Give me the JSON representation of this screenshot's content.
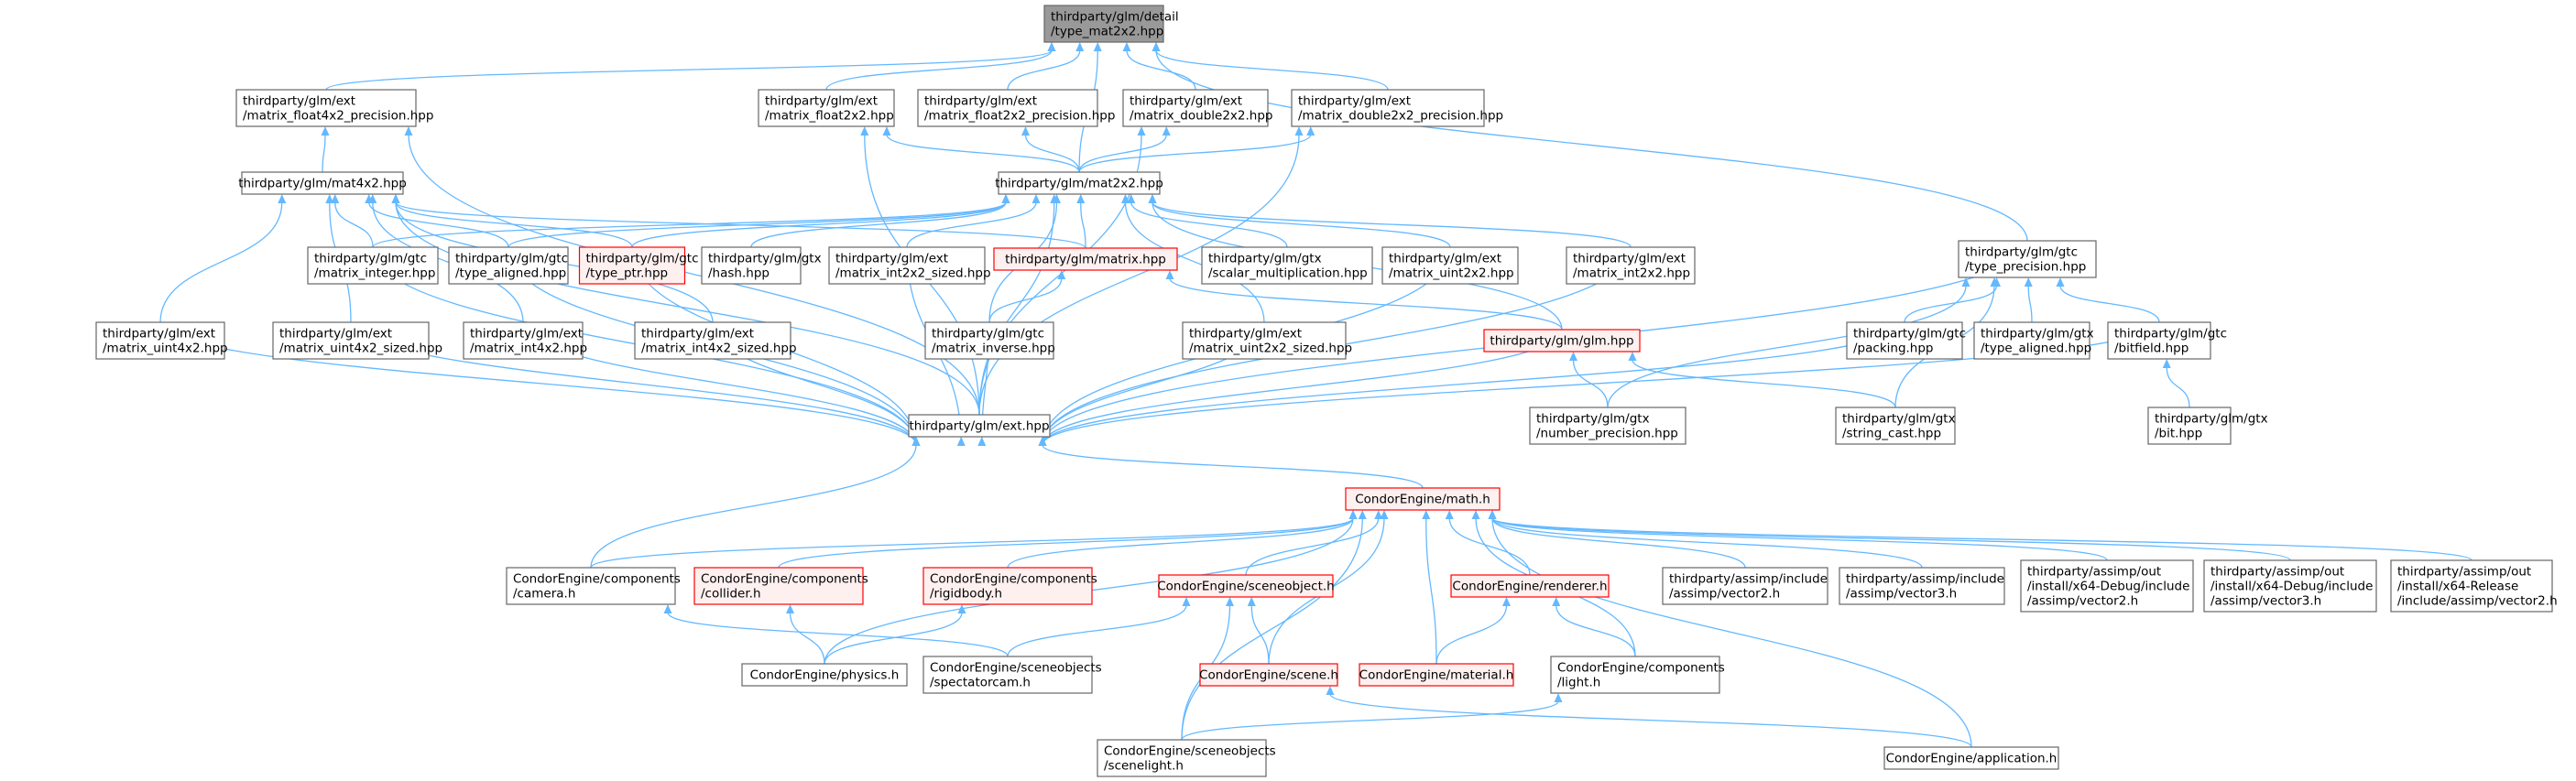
{
  "colors": {
    "edge": "#63B8FF",
    "node_fill": "#FFFFFF",
    "node_border": "#666666",
    "highlight_fill": "#999999",
    "highlight_border": "#666666",
    "incomplete_fill": "#FFF0F0",
    "incomplete_border": "#FF0000",
    "text": "#000000"
  },
  "nodes": [
    {
      "id": "type_mat2x2",
      "lines": [
        "thirdparty/glm/detail",
        "/type_mat2x2.hpp"
      ],
      "style": "highlight"
    },
    {
      "id": "matrix_float4x2_precision",
      "lines": [
        "thirdparty/glm/ext",
        "/matrix_float4x2_precision.hpp"
      ],
      "style": "normal"
    },
    {
      "id": "matrix_float2x2",
      "lines": [
        "thirdparty/glm/ext",
        "/matrix_float2x2.hpp"
      ],
      "style": "normal"
    },
    {
      "id": "matrix_float2x2_precision",
      "lines": [
        "thirdparty/glm/ext",
        "/matrix_float2x2_precision.hpp"
      ],
      "style": "normal"
    },
    {
      "id": "matrix_double2x2",
      "lines": [
        "thirdparty/glm/ext",
        "/matrix_double2x2.hpp"
      ],
      "style": "normal"
    },
    {
      "id": "matrix_double2x2_precision",
      "lines": [
        "thirdparty/glm/ext",
        "/matrix_double2x2_precision.hpp"
      ],
      "style": "normal"
    },
    {
      "id": "mat4x2",
      "lines": [
        "thirdparty/glm/mat4x2.hpp"
      ],
      "style": "normal"
    },
    {
      "id": "mat2x2",
      "lines": [
        "thirdparty/glm/mat2x2.hpp"
      ],
      "style": "normal"
    },
    {
      "id": "gtc_matrix_integer",
      "lines": [
        "thirdparty/glm/gtc",
        "/matrix_integer.hpp"
      ],
      "style": "normal"
    },
    {
      "id": "gtc_type_aligned",
      "lines": [
        "thirdparty/glm/gtc",
        "/type_aligned.hpp"
      ],
      "style": "normal"
    },
    {
      "id": "gtc_type_ptr",
      "lines": [
        "thirdparty/glm/gtc",
        "/type_ptr.hpp"
      ],
      "style": "incomplete"
    },
    {
      "id": "gtx_hash",
      "lines": [
        "thirdparty/glm/gtx",
        "/hash.hpp"
      ],
      "style": "normal"
    },
    {
      "id": "matrix_int2x2_sized",
      "lines": [
        "thirdparty/glm/ext",
        "/matrix_int2x2_sized.hpp"
      ],
      "style": "normal"
    },
    {
      "id": "matrix_hpp",
      "lines": [
        "thirdparty/glm/matrix.hpp"
      ],
      "style": "incomplete"
    },
    {
      "id": "gtx_scalar_multiplication",
      "lines": [
        "thirdparty/glm/gtx",
        "/scalar_multiplication.hpp"
      ],
      "style": "normal"
    },
    {
      "id": "matrix_uint2x2",
      "lines": [
        "thirdparty/glm/ext",
        "/matrix_uint2x2.hpp"
      ],
      "style": "normal"
    },
    {
      "id": "matrix_int2x2",
      "lines": [
        "thirdparty/glm/ext",
        "/matrix_int2x2.hpp"
      ],
      "style": "normal"
    },
    {
      "id": "gtc_type_precision",
      "lines": [
        "thirdparty/glm/gtc",
        "/type_precision.hpp"
      ],
      "style": "normal"
    },
    {
      "id": "matrix_uint4x2",
      "lines": [
        "thirdparty/glm/ext",
        "/matrix_uint4x2.hpp"
      ],
      "style": "normal"
    },
    {
      "id": "matrix_uint4x2_sized",
      "lines": [
        "thirdparty/glm/ext",
        "/matrix_uint4x2_sized.hpp"
      ],
      "style": "normal"
    },
    {
      "id": "matrix_int4x2",
      "lines": [
        "thirdparty/glm/ext",
        "/matrix_int4x2.hpp"
      ],
      "style": "normal"
    },
    {
      "id": "matrix_int4x2_sized",
      "lines": [
        "thirdparty/glm/ext",
        "/matrix_int4x2_sized.hpp"
      ],
      "style": "normal"
    },
    {
      "id": "gtc_matrix_inverse",
      "lines": [
        "thirdparty/glm/gtc",
        "/matrix_inverse.hpp"
      ],
      "style": "normal"
    },
    {
      "id": "matrix_uint2x2_sized",
      "lines": [
        "thirdparty/glm/ext",
        "/matrix_uint2x2_sized.hpp"
      ],
      "style": "normal"
    },
    {
      "id": "glm_hpp",
      "lines": [
        "thirdparty/glm/glm.hpp"
      ],
      "style": "incomplete"
    },
    {
      "id": "gtc_packing",
      "lines": [
        "thirdparty/glm/gtc",
        "/packing.hpp"
      ],
      "style": "normal"
    },
    {
      "id": "gtx_type_aligned",
      "lines": [
        "thirdparty/glm/gtx",
        "/type_aligned.hpp"
      ],
      "style": "normal"
    },
    {
      "id": "gtc_bitfield",
      "lines": [
        "thirdparty/glm/gtc",
        "/bitfield.hpp"
      ],
      "style": "normal"
    },
    {
      "id": "ext_hpp",
      "lines": [
        "thirdparty/glm/ext.hpp"
      ],
      "style": "normal"
    },
    {
      "id": "gtx_number_precision",
      "lines": [
        "thirdparty/glm/gtx",
        "/number_precision.hpp"
      ],
      "style": "normal"
    },
    {
      "id": "gtx_string_cast",
      "lines": [
        "thirdparty/glm/gtx",
        "/string_cast.hpp"
      ],
      "style": "normal"
    },
    {
      "id": "gtx_bit",
      "lines": [
        "thirdparty/glm/gtx",
        "/bit.hpp"
      ],
      "style": "normal"
    },
    {
      "id": "math_h",
      "lines": [
        "CondorEngine/math.h"
      ],
      "style": "incomplete"
    },
    {
      "id": "components_camera",
      "lines": [
        "CondorEngine/components",
        "/camera.h"
      ],
      "style": "normal"
    },
    {
      "id": "components_collider",
      "lines": [
        "CondorEngine/components",
        "/collider.h"
      ],
      "style": "incomplete"
    },
    {
      "id": "components_rigidbody",
      "lines": [
        "CondorEngine/components",
        "/rigidbody.h"
      ],
      "style": "incomplete"
    },
    {
      "id": "sceneobject_h",
      "lines": [
        "CondorEngine/sceneobject.h"
      ],
      "style": "incomplete"
    },
    {
      "id": "renderer_h",
      "lines": [
        "CondorEngine/renderer.h"
      ],
      "style": "incomplete"
    },
    {
      "id": "assimp_include_vector2",
      "lines": [
        "thirdparty/assimp/include",
        "/assimp/vector2.h"
      ],
      "style": "normal"
    },
    {
      "id": "assimp_include_vector3",
      "lines": [
        "thirdparty/assimp/include",
        "/assimp/vector3.h"
      ],
      "style": "normal"
    },
    {
      "id": "assimp_debug_vector2",
      "lines": [
        "thirdparty/assimp/out",
        "/install/x64-Debug/include",
        "/assimp/vector2.h"
      ],
      "style": "normal"
    },
    {
      "id": "assimp_debug_vector3",
      "lines": [
        "thirdparty/assimp/out",
        "/install/x64-Debug/include",
        "/assimp/vector3.h"
      ],
      "style": "normal"
    },
    {
      "id": "assimp_release_vector2",
      "lines": [
        "thirdparty/assimp/out",
        "/install/x64-Release",
        "/include/assimp/vector2.h"
      ],
      "style": "normal"
    },
    {
      "id": "physics_h",
      "lines": [
        "CondorEngine/physics.h"
      ],
      "style": "normal"
    },
    {
      "id": "spectatorcam_h",
      "lines": [
        "CondorEngine/sceneobjects",
        "/spectatorcam.h"
      ],
      "style": "normal"
    },
    {
      "id": "scene_h",
      "lines": [
        "CondorEngine/scene.h"
      ],
      "style": "incomplete"
    },
    {
      "id": "material_h",
      "lines": [
        "CondorEngine/material.h"
      ],
      "style": "incomplete"
    },
    {
      "id": "components_light",
      "lines": [
        "CondorEngine/components",
        "/light.h"
      ],
      "style": "normal"
    },
    {
      "id": "scenelight_h",
      "lines": [
        "CondorEngine/sceneobjects",
        "/scenelight.h"
      ],
      "style": "normal"
    },
    {
      "id": "application_h",
      "lines": [
        "CondorEngine/application.h"
      ],
      "style": "normal"
    }
  ],
  "edges": [
    [
      "matrix_float4x2_precision",
      "type_mat2x2"
    ],
    [
      "matrix_float2x2",
      "type_mat2x2"
    ],
    [
      "matrix_float2x2_precision",
      "type_mat2x2"
    ],
    [
      "matrix_double2x2",
      "type_mat2x2"
    ],
    [
      "matrix_double2x2_precision",
      "type_mat2x2"
    ],
    [
      "mat2x2",
      "type_mat2x2"
    ],
    [
      "gtc_type_precision",
      "type_mat2x2"
    ],
    [
      "mat4x2",
      "matrix_float4x2_precision"
    ],
    [
      "ext_hpp",
      "matrix_float4x2_precision"
    ],
    [
      "mat2x2",
      "matrix_float2x2"
    ],
    [
      "ext_hpp",
      "matrix_float2x2"
    ],
    [
      "mat2x2",
      "matrix_float2x2_precision"
    ],
    [
      "mat2x2",
      "matrix_double2x2"
    ],
    [
      "ext_hpp",
      "matrix_double2x2"
    ],
    [
      "mat2x2",
      "matrix_double2x2_precision"
    ],
    [
      "ext_hpp",
      "matrix_double2x2_precision"
    ],
    [
      "gtc_matrix_integer",
      "mat4x2"
    ],
    [
      "gtc_type_aligned",
      "mat4x2"
    ],
    [
      "gtc_type_ptr",
      "mat4x2"
    ],
    [
      "matrix_hpp",
      "mat4x2"
    ],
    [
      "matrix_uint4x2",
      "mat4x2"
    ],
    [
      "matrix_uint4x2_sized",
      "mat4x2"
    ],
    [
      "matrix_int4x2",
      "mat4x2"
    ],
    [
      "matrix_int4x2_sized",
      "mat4x2"
    ],
    [
      "ext_hpp",
      "mat4x2"
    ],
    [
      "gtc_matrix_integer",
      "mat2x2"
    ],
    [
      "gtc_type_aligned",
      "mat2x2"
    ],
    [
      "gtc_type_ptr",
      "mat2x2"
    ],
    [
      "gtx_hash",
      "mat2x2"
    ],
    [
      "matrix_int2x2_sized",
      "mat2x2"
    ],
    [
      "matrix_hpp",
      "mat2x2"
    ],
    [
      "gtx_scalar_multiplication",
      "mat2x2"
    ],
    [
      "matrix_uint2x2",
      "mat2x2"
    ],
    [
      "matrix_int2x2",
      "mat2x2"
    ],
    [
      "gtc_matrix_inverse",
      "mat2x2"
    ],
    [
      "matrix_uint2x2_sized",
      "mat2x2"
    ],
    [
      "glm_hpp",
      "mat2x2"
    ],
    [
      "ext_hpp",
      "mat2x2"
    ],
    [
      "gtc_matrix_integer",
      "ext_hpp"
    ],
    [
      "gtc_type_aligned",
      "ext_hpp"
    ],
    [
      "gtc_type_ptr",
      "ext_hpp"
    ],
    [
      "matrix_int2x2_sized",
      "ext_hpp"
    ],
    [
      "matrix_uint2x2",
      "ext_hpp"
    ],
    [
      "matrix_int2x2",
      "ext_hpp"
    ],
    [
      "matrix_uint4x2",
      "ext_hpp"
    ],
    [
      "matrix_uint4x2_sized",
      "ext_hpp"
    ],
    [
      "matrix_int4x2",
      "ext_hpp"
    ],
    [
      "matrix_int4x2_sized",
      "ext_hpp"
    ],
    [
      "gtc_matrix_inverse",
      "ext_hpp"
    ],
    [
      "matrix_uint2x2_sized",
      "ext_hpp"
    ],
    [
      "glm_hpp",
      "ext_hpp"
    ],
    [
      "gtc_packing",
      "ext_hpp"
    ],
    [
      "gtc_bitfield",
      "ext_hpp"
    ],
    [
      "gtc_type_precision",
      "ext_hpp"
    ],
    [
      "gtc_matrix_inverse",
      "matrix_hpp"
    ],
    [
      "glm_hpp",
      "matrix_hpp"
    ],
    [
      "gtx_number_precision",
      "glm_hpp"
    ],
    [
      "gtx_string_cast",
      "glm_hpp"
    ],
    [
      "gtc_packing",
      "gtc_type_precision"
    ],
    [
      "gtx_type_aligned",
      "gtc_type_precision"
    ],
    [
      "gtc_bitfield",
      "gtc_type_precision"
    ],
    [
      "gtx_number_precision",
      "gtc_type_precision"
    ],
    [
      "gtx_string_cast",
      "gtc_type_precision"
    ],
    [
      "gtx_bit",
      "gtc_bitfield"
    ],
    [
      "components_camera",
      "ext_hpp"
    ],
    [
      "math_h",
      "ext_hpp"
    ],
    [
      "components_camera",
      "math_h"
    ],
    [
      "components_collider",
      "math_h"
    ],
    [
      "components_rigidbody",
      "math_h"
    ],
    [
      "sceneobject_h",
      "math_h"
    ],
    [
      "renderer_h",
      "math_h"
    ],
    [
      "assimp_include_vector2",
      "math_h"
    ],
    [
      "assimp_include_vector3",
      "math_h"
    ],
    [
      "assimp_debug_vector2",
      "math_h"
    ],
    [
      "assimp_debug_vector3",
      "math_h"
    ],
    [
      "assimp_release_vector2",
      "math_h"
    ],
    [
      "physics_h",
      "math_h"
    ],
    [
      "scene_h",
      "math_h"
    ],
    [
      "material_h",
      "math_h"
    ],
    [
      "components_light",
      "math_h"
    ],
    [
      "scenelight_h",
      "math_h"
    ],
    [
      "application_h",
      "math_h"
    ],
    [
      "physics_h",
      "components_collider"
    ],
    [
      "spectatorcam_h",
      "components_camera"
    ],
    [
      "physics_h",
      "components_rigidbody"
    ],
    [
      "spectatorcam_h",
      "sceneobject_h"
    ],
    [
      "scene_h",
      "sceneobject_h"
    ],
    [
      "scenelight_h",
      "sceneobject_h"
    ],
    [
      "material_h",
      "renderer_h"
    ],
    [
      "components_light",
      "renderer_h"
    ],
    [
      "application_h",
      "scene_h"
    ],
    [
      "scenelight_h",
      "components_light"
    ]
  ]
}
